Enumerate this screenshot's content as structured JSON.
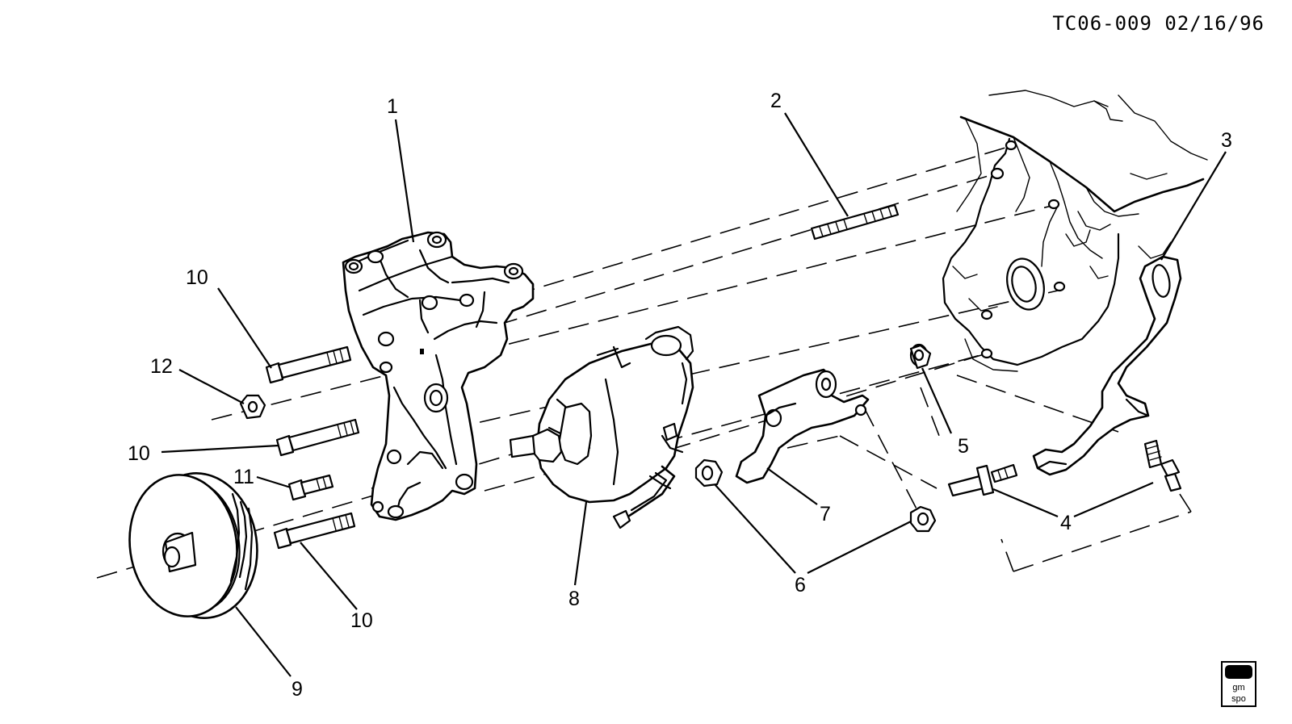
{
  "reference_code": "TC06-009 02/16/96",
  "callouts": [
    {
      "id": "c1",
      "label": "1"
    },
    {
      "id": "c2",
      "label": "2"
    },
    {
      "id": "c3",
      "label": "3"
    },
    {
      "id": "c4",
      "label": "4"
    },
    {
      "id": "c5",
      "label": "5"
    },
    {
      "id": "c6",
      "label": "6"
    },
    {
      "id": "c7",
      "label": "7"
    },
    {
      "id": "c8",
      "label": "8"
    },
    {
      "id": "c9",
      "label": "9"
    },
    {
      "id": "c10a",
      "label": "10"
    },
    {
      "id": "c10b",
      "label": "10"
    },
    {
      "id": "c10c",
      "label": "10"
    },
    {
      "id": "c11",
      "label": "11"
    },
    {
      "id": "c12",
      "label": "12"
    }
  ],
  "badge": {
    "line1": "gm",
    "line2": "spo"
  }
}
